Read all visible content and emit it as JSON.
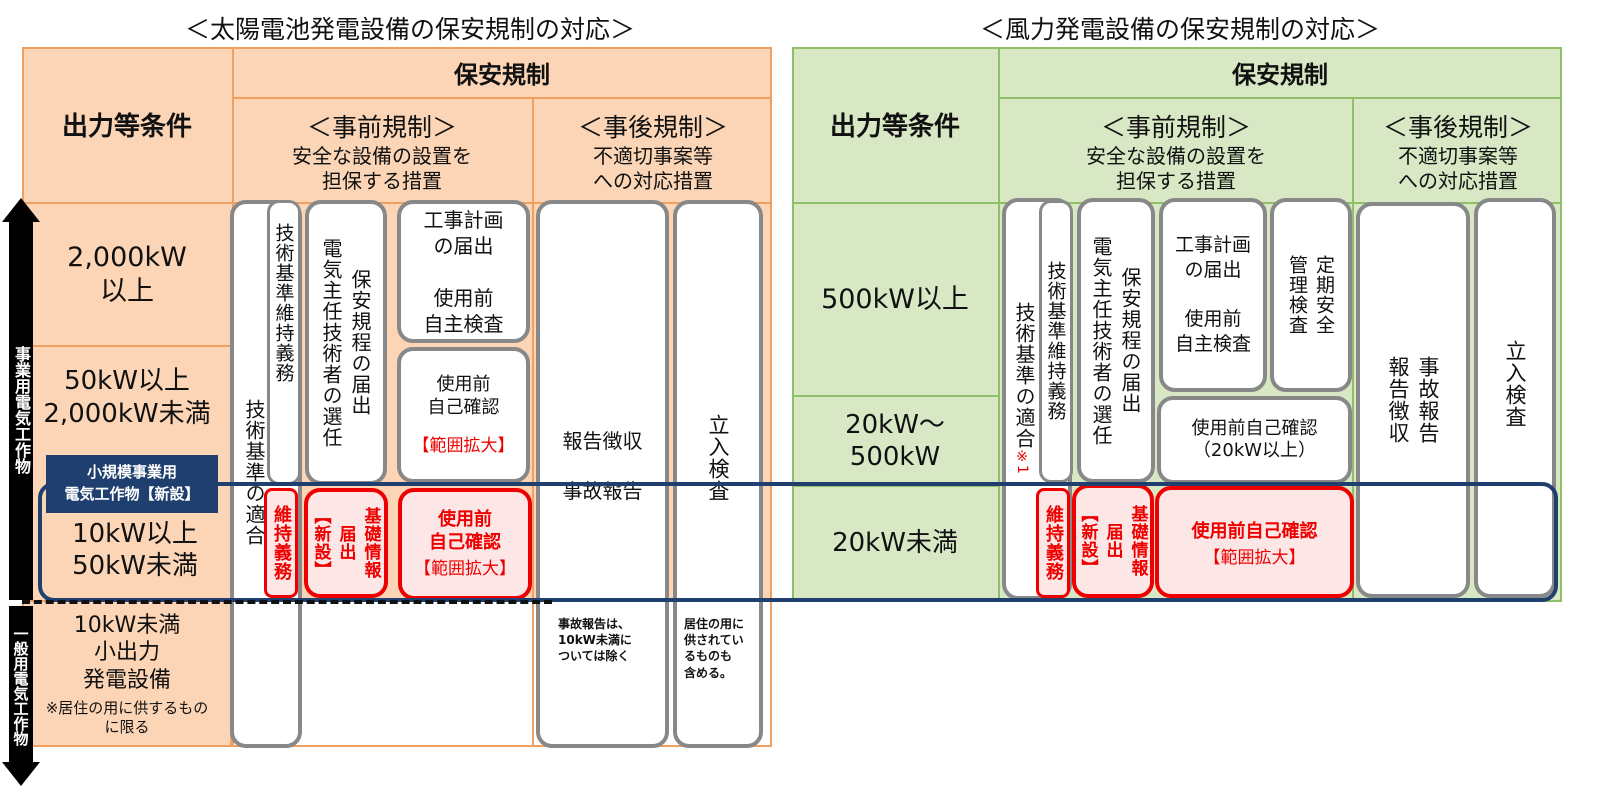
{
  "solar": {
    "title": "＜太陽電池発電設備の保安規制の対応＞",
    "header": {
      "output_condition": "出力等条件",
      "safety_regulation": "保安規制",
      "pre_reg_title": "＜事前規制＞",
      "pre_reg_desc": "安全な設備の設置を\n担保する措置",
      "post_reg_title": "＜事後規制＞",
      "post_reg_desc": "不適切事案等\nへの対応措置"
    },
    "rows": {
      "r1": "2,000kW\n以上",
      "r2": "50kW以上\n2,000kW未満",
      "r3": "10kW以上\n50kW未満",
      "r4_main": "10kW未満\n小出力\n発電設備",
      "r4_note": "※居住の用に供するもの\nに限る"
    },
    "badge": "小規模事業用\n電気工作物【新設】",
    "pills": {
      "tech_std": "技術基準の適合",
      "tech_maint": "技術基準維持義務",
      "maint_duty": "維持義務",
      "chief_eng": "保安規程の届出\n電気主任技術者の選任",
      "basic_info": "基礎情報\n届出\n【新設】",
      "work_plan": "工事計画\nの届出\n\n使用前\n自主検査",
      "self_check": "使用前\n自己確認",
      "self_check_ext": "【範囲拡大】",
      "self_check_red": "使用前\n自己確認",
      "self_check_red_ext": "【範囲拡大】",
      "report": "報告徴収\n\n事故報告",
      "inspection": "立入検査"
    },
    "notes": {
      "report_note": "事故報告は、\n10kW未満に\nついては除く",
      "inspection_note": "居住の用に\n供されてい\nるものも\n含める。"
    }
  },
  "wind": {
    "title": "＜風力発電設備の保安規制の対応＞",
    "header": {
      "output_condition": "出力等条件",
      "safety_regulation": "保安規制",
      "pre_reg_title": "＜事前規制＞",
      "pre_reg_desc": "安全な設備の設置を\n担保する措置",
      "post_reg_title": "＜事後規制＞",
      "post_reg_desc": "不適切事案等\nへの対応措置"
    },
    "rows": {
      "r1": "500kW以上",
      "r2": "20kW～\n500kW",
      "r3": "20kW未満"
    },
    "pills": {
      "tech_std": "技術基準の適合",
      "tech_std_note": "※1",
      "tech_maint": "技術基準維持義務",
      "maint_duty": "維持義務",
      "chief_eng": "保安規程の届出\n電気主任技術者の選任",
      "basic_info": "基礎情報\n届出\n【新設】",
      "work_plan": "工事計画\nの届出\n\n使用前\n自主検査",
      "periodic": "定期安全\n管理検査",
      "self_check": "使用前自己確認\n（20kW以上）",
      "self_check_red": "使用前自己確認",
      "self_check_red_ext": "【範囲拡大】",
      "report": "事故報告\n報告徴収",
      "inspection": "立入検査"
    }
  },
  "arrow": {
    "business": "事業用電気工作物",
    "general": "一般用電気工作物"
  },
  "colors": {
    "solar_bg": "#fbd5b5",
    "solar_border": "#f0a060",
    "wind_bg": "#d8e8c4",
    "wind_border": "#8fc068",
    "red": "#e00000",
    "navy": "#1f3f6e"
  }
}
